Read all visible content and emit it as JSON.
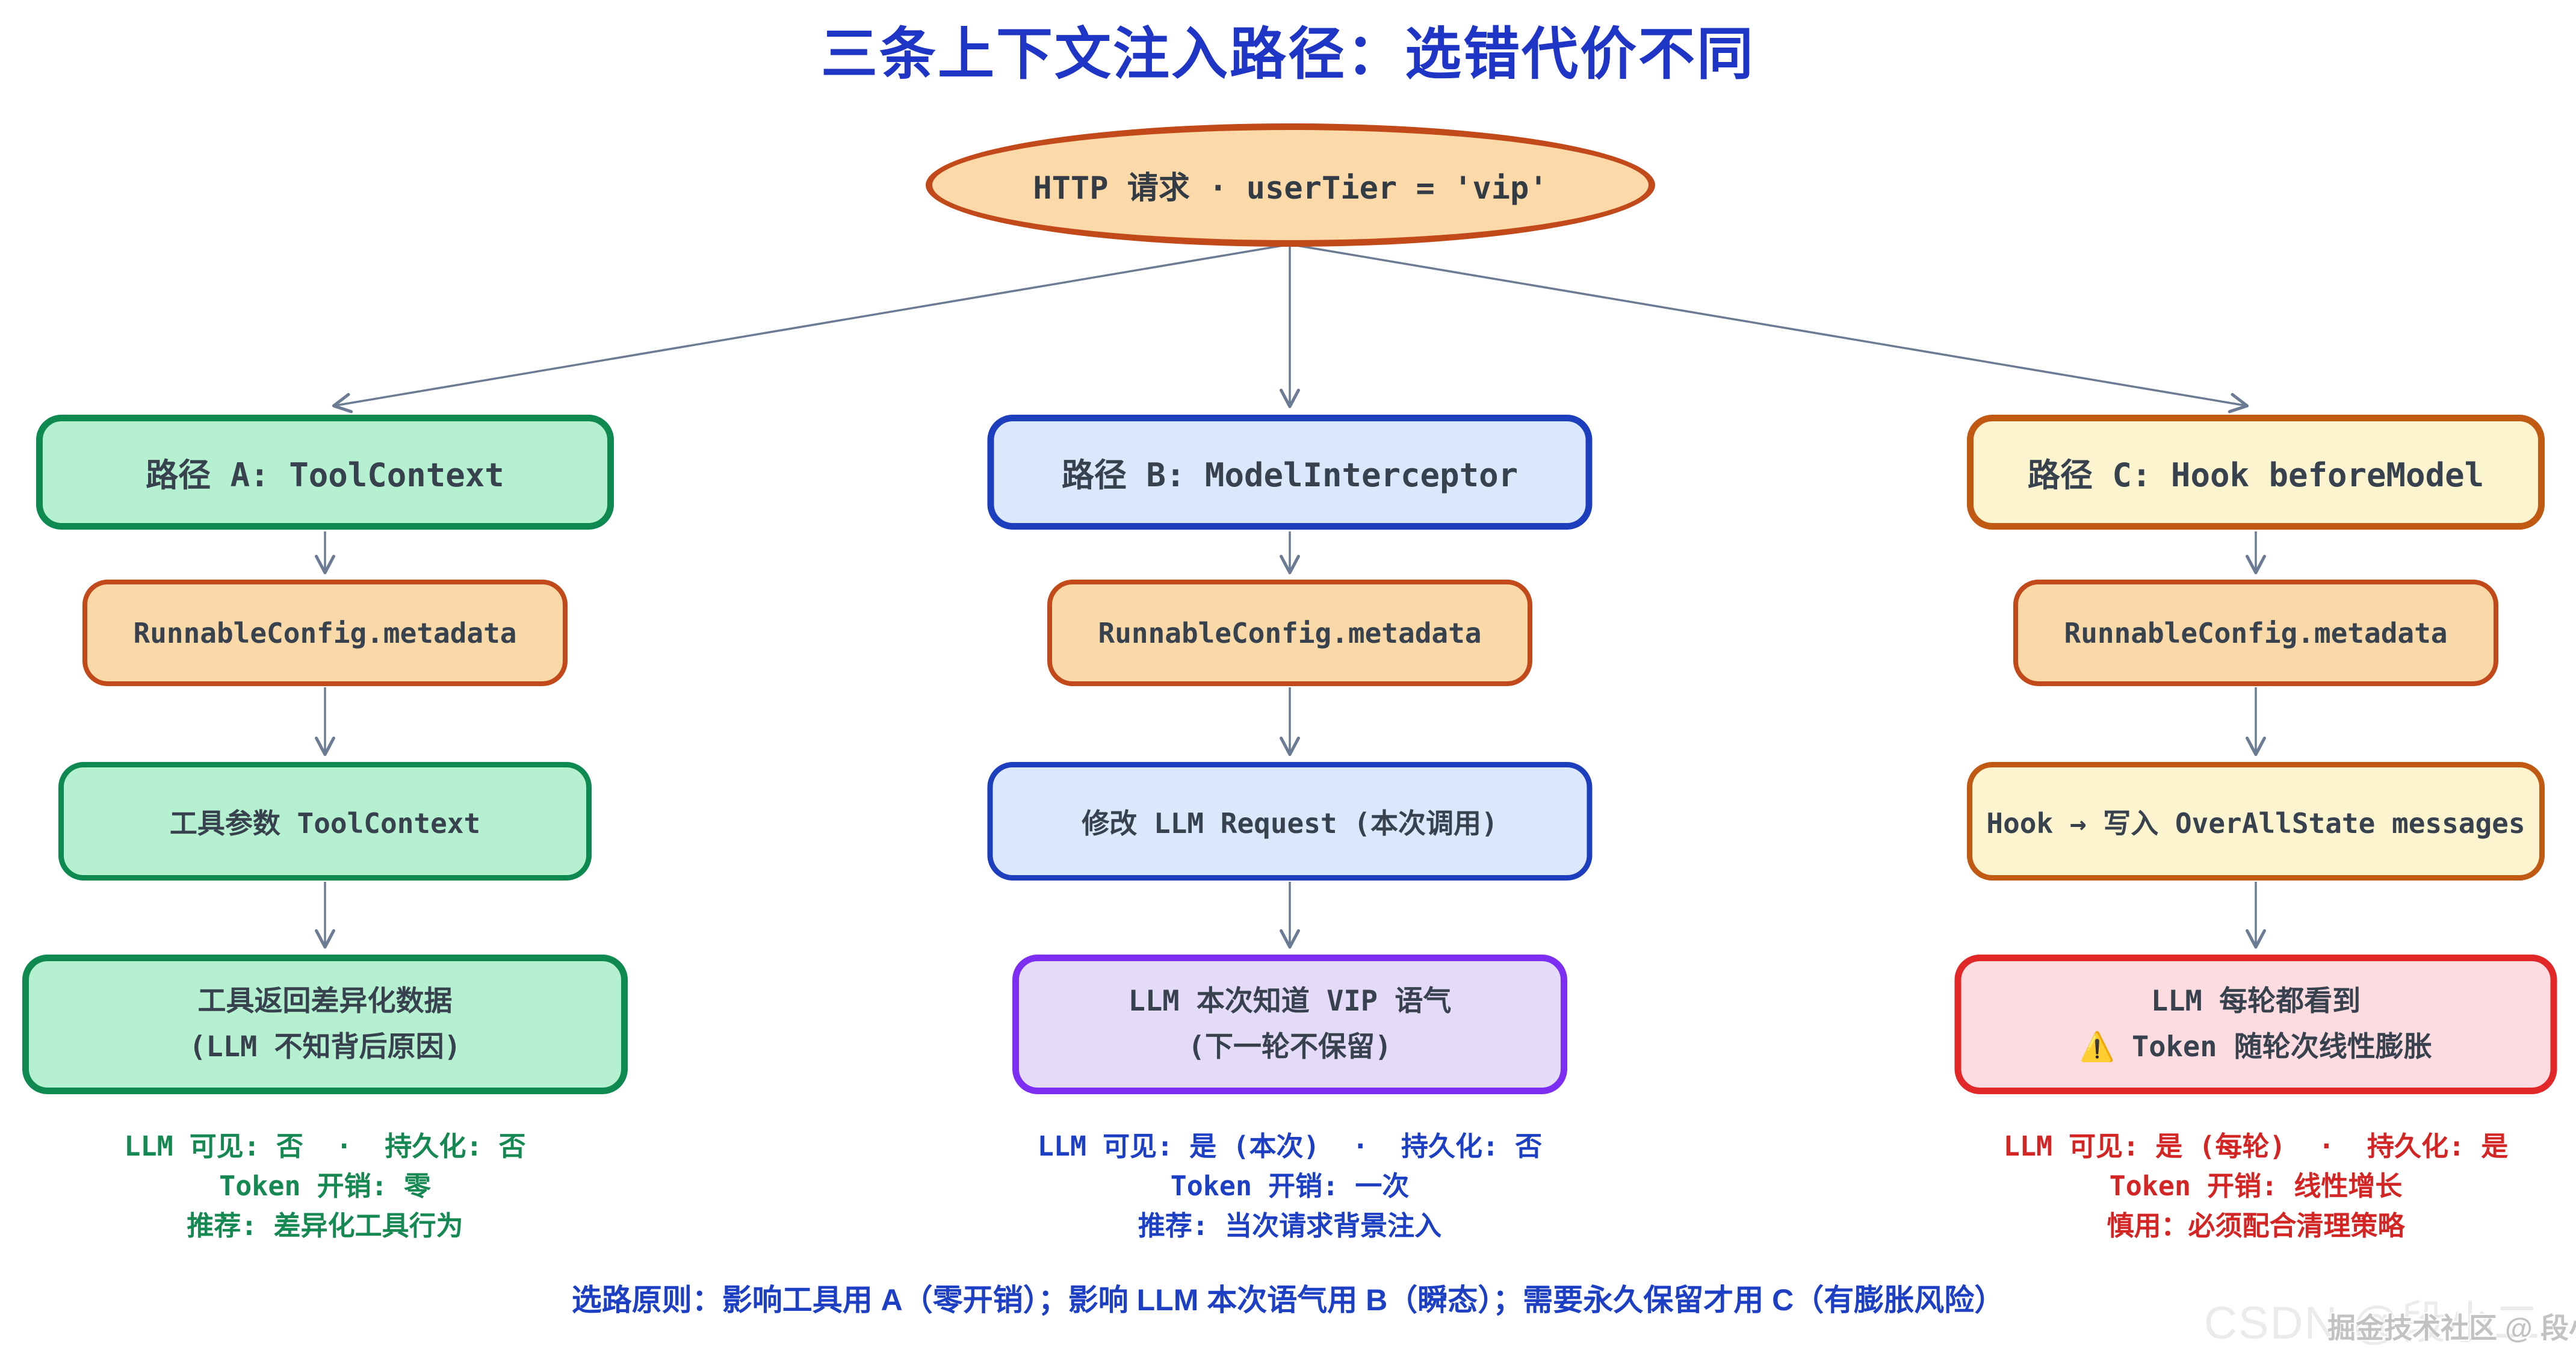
{
  "title": "三条上下文注入路径：选错代价不同",
  "source_node": {
    "label": "HTTP 请求 · userTier = 'vip'"
  },
  "paths": [
    {
      "id": "A",
      "header": "路径 A: ToolContext",
      "config": "RunnableConfig.metadata",
      "mechanism": "工具参数 ToolContext",
      "outcome_line1": "工具返回差异化数据",
      "outcome_line2": "(LLM 不知背后原因)",
      "stats": [
        "LLM 可见: 否  ·  持久化: 否",
        "Token 开销: 零",
        "推荐: 差异化工具行为"
      ]
    },
    {
      "id": "B",
      "header": "路径 B: ModelInterceptor",
      "config": "RunnableConfig.metadata",
      "mechanism": "修改 LLM Request (本次调用)",
      "outcome_line1": "LLM 本次知道 VIP 语气",
      "outcome_line2": "(下一轮不保留)",
      "stats": [
        "LLM 可见: 是 (本次)  ·  持久化: 否",
        "Token 开销: 一次",
        "推荐: 当次请求背景注入"
      ]
    },
    {
      "id": "C",
      "header": "路径 C: Hook beforeModel",
      "config": "RunnableConfig.metadata",
      "mechanism": "Hook → 写入 OverAllState messages",
      "outcome_line1": "LLM 每轮都看到",
      "outcome_line2": "⚠️ Token 随轮次线性膨胀",
      "stats": [
        "LLM 可见: 是 (每轮)  ·  持久化: 是",
        "Token 开销: 线性增长",
        "慎用：必须配合清理策略"
      ]
    }
  ],
  "footer": {
    "principle": "选路原则：影响工具用 A（零开销）；影响 LLM 本次语气用 B（瞬态）；需要永久保留才用 C（有膨胀风险）"
  },
  "watermark": {
    "large": "CSDN @段小二",
    "small": "掘金技术社区 @ 段小二"
  },
  "colors": {
    "title_blue": "#1e35c5",
    "arrow_gray": "#6b7b94",
    "path_a_border": "#0e8a50",
    "path_a_fill": "#b5f0d0",
    "path_b_border": "#1d3fbe",
    "path_b_fill": "#dbe8fb",
    "path_c_border": "#c05a12",
    "path_c_fill": "#fcf3cf",
    "config_border": "#c2491a",
    "config_fill": "#fad9a9",
    "outcome_b_border": "#7c2ff2",
    "outcome_b_fill": "#e4dbf8",
    "outcome_c_border": "#e12727",
    "outcome_c_fill": "#fcdce0",
    "stats_a_green": "#168852",
    "stats_b_blue": "#1d3fc4",
    "stats_c_red": "#d42525"
  }
}
